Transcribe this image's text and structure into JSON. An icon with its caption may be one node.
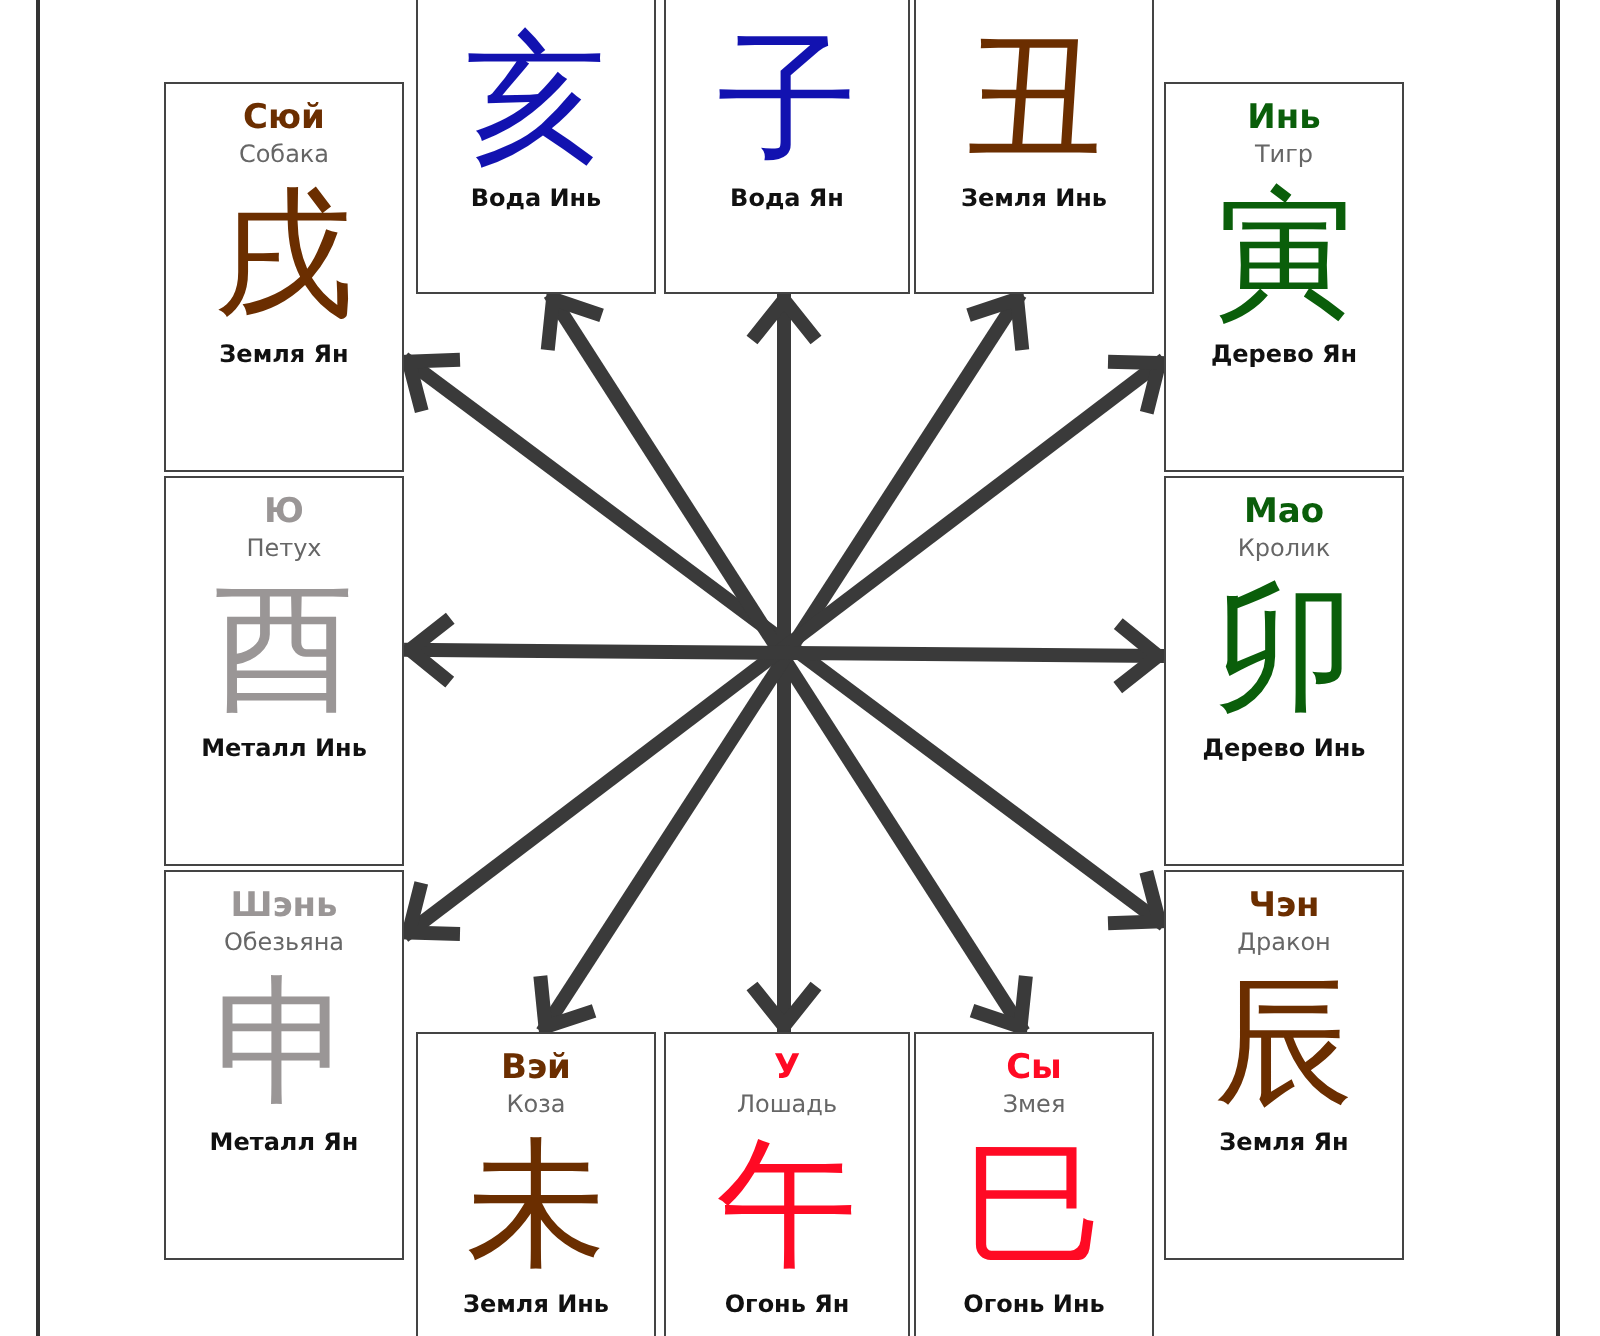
{
  "diagram": {
    "nodes": [
      {
        "text": [
          "亥",
          "Вода Инь"
        ]
      },
      {
        "text": [
          "子",
          "Вода Ян"
        ]
      },
      {
        "text": [
          "丑",
          "Земля Инь"
        ]
      },
      {
        "text": [
          "Сюй",
          "Собака",
          "戌",
          "Земля Ян"
        ]
      },
      {
        "text": [
          "Инь",
          "Тигр",
          "寅",
          "Дерево Ян"
        ]
      },
      {
        "text": [
          "Ю",
          "Петух",
          "酉",
          "Металл Инь"
        ]
      },
      {
        "text": [
          "Мао",
          "Кролик",
          "卯",
          "Дерево Инь"
        ]
      },
      {
        "text": [
          "Шэнь",
          "Обезьяна",
          "申",
          "Металл Ян"
        ]
      },
      {
        "text": [
          "Чэн",
          "Дракон",
          "辰",
          "Земля Ян"
        ]
      },
      {
        "text": [
          "Вэй",
          "Коза",
          "未",
          "Земля Инь"
        ]
      },
      {
        "text": [
          "У",
          "Лошадь",
          "午",
          "Огонь Ян"
        ]
      },
      {
        "text": [
          "Сы",
          "Змея",
          "巳",
          "Огонь Инь"
        ]
      }
    ],
    "edges": [
      {
        "from": 3,
        "to": 8,
        "arrow": "both"
      },
      {
        "from": 0,
        "to": 11,
        "arrow": "both"
      },
      {
        "from": 1,
        "to": 10,
        "arrow": "both"
      },
      {
        "from": 2,
        "to": 9,
        "arrow": "both"
      },
      {
        "from": 4,
        "to": 7,
        "arrow": "both"
      },
      {
        "from": 5,
        "to": 6,
        "arrow": "both"
      }
    ]
  }
}
